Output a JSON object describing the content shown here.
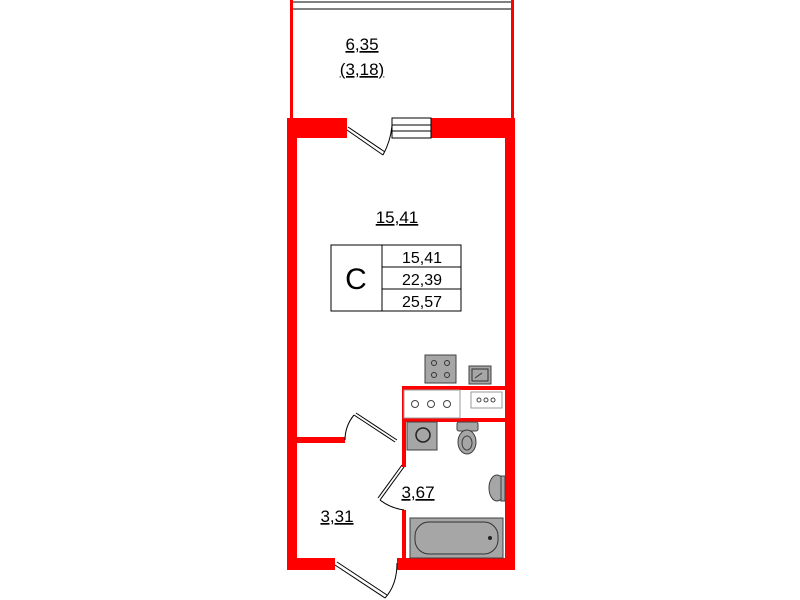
{
  "colors": {
    "wall": "#ff0000",
    "fixture": "#a6a6a6",
    "line": "#404040"
  },
  "rooms": {
    "balcony": {
      "area": "6,35",
      "reduced_area": "(3,18)"
    },
    "living": {
      "area": "15,41"
    },
    "bathroom": {
      "area": "3,67"
    },
    "hall": {
      "area": "3,31"
    }
  },
  "summary": {
    "type": "С",
    "living_area": "15,41",
    "total_area": "22,39",
    "total_with_balcony": "25,57"
  }
}
